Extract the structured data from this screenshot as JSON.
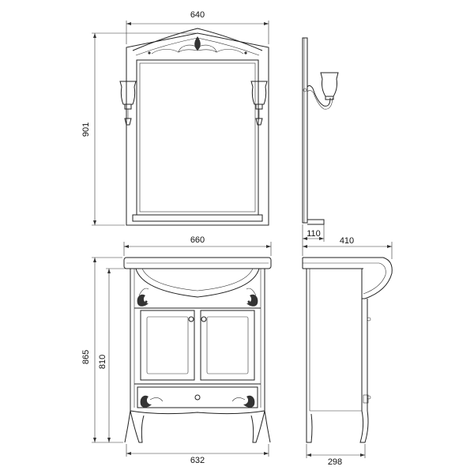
{
  "dimensions": {
    "mirror_width": "640",
    "mirror_height": "901",
    "mirror_shelf_depth": "110",
    "sink_width": "660",
    "sink_depth": "410",
    "cabinet_height_total": "865",
    "cabinet_height_body": "810",
    "cabinet_width": "632",
    "cabinet_depth": "298"
  },
  "icons": {
    "ornament": "floral-ornament-icon",
    "knob": "door-knob-icon",
    "sconce": "wall-sconce-icon"
  },
  "colors": {
    "line": "#222222",
    "background": "#ffffff"
  }
}
